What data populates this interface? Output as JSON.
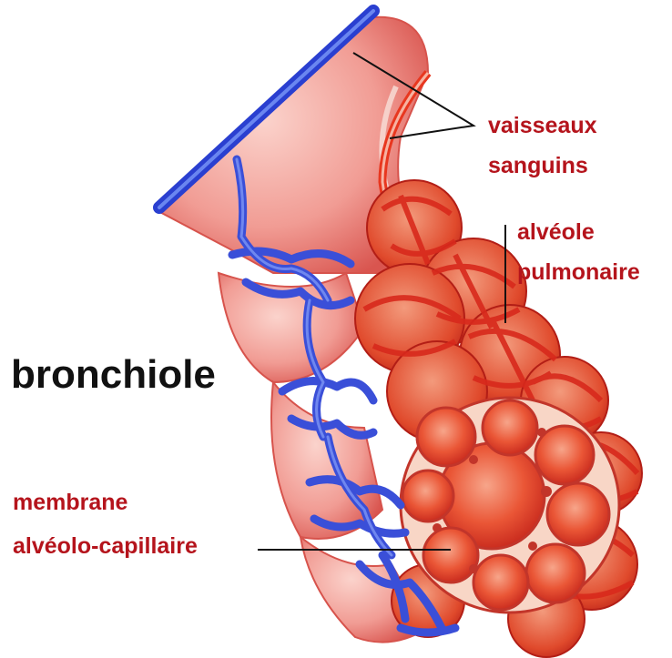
{
  "labels": {
    "vessels_line1": "vaisseaux",
    "vessels_line2": "sanguins",
    "alveolus_line1": "alvéole",
    "alveolus_line2": "pulmonaire",
    "bronchiole": "bronchiole",
    "membrane_line1": "membrane",
    "membrane_line2": "alvéolo-capillaire"
  },
  "colors": {
    "label_red": "#b5141c",
    "label_black": "#111111",
    "artery_red": "#e8371f",
    "vein_blue": "#3a4fd8",
    "tissue_pink": "#f4a6a0",
    "alveolus_light": "#f9cfc0"
  }
}
